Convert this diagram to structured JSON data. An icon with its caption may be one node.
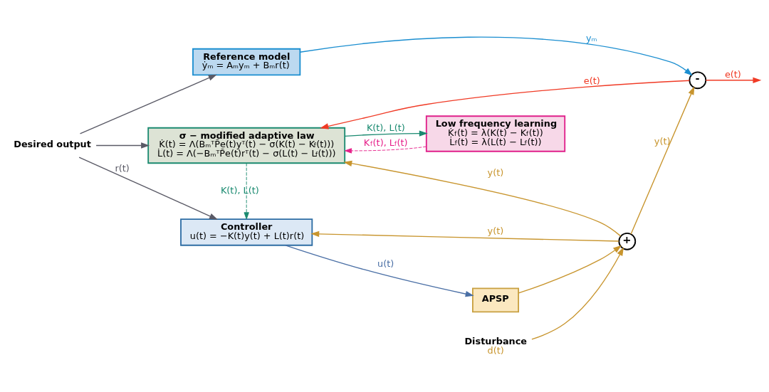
{
  "diagram": {
    "nodes": [
      {
        "text": [
          "Desired output"
        ]
      },
      {
        "text": [
          "Reference model",
          "ẏₘ = Aₘyₘ + Bₘr(t)"
        ]
      },
      {
        "text": [
          "Controller",
          "u(t) = −K(t)y(t) + L(t)r(t)"
        ]
      },
      {
        "text": [
          "APSP"
        ]
      },
      {
        "text": [
          "+"
        ]
      },
      {
        "text": [
          "Disturbance",
          "d(t)"
        ]
      },
      {
        "text": [
          "-"
        ]
      },
      {
        "text": [
          "σ − modified adaptive law",
          "K̇(t) = Λ(BₘᵀP̃e(t)yᵀ(t) − σ(K(t) − K$_{f}$(t)))",
          "L̇(t) = Λ(−BₘᵀP̃e(t)rᵀ(t) − σ(L(t) − L$_{f}$(t)))"
        ]
      },
      {
        "text": [
          "Low frequency learning",
          "K̇$_{f}$(t) = λ(K(t) − K$_{f}$(t))",
          "L̇$_{f}$(t) = λ(L(t) − L$_{f}$(t))"
        ]
      }
    ],
    "edges": [
      {
        "from": 0,
        "to": 2,
        "arrow": "to",
        "label": "r(t)",
        "color": "#5a5a66"
      },
      {
        "from": 0,
        "to": 1,
        "arrow": "to",
        "color": "#5a5a66"
      },
      {
        "from": 0,
        "to": 7,
        "arrow": "to",
        "color": "#5a5a66"
      },
      {
        "from": 1,
        "to": 6,
        "arrow": "to",
        "label": "yₘ",
        "color": "#1b8ed0"
      },
      {
        "from": 2,
        "to": 3,
        "arrow": "to",
        "label": "u(t)",
        "color": "#4a6fa5"
      },
      {
        "from": 3,
        "to": 4,
        "arrow": "to",
        "color": "#c8952e"
      },
      {
        "from": 5,
        "to": 4,
        "arrow": "to",
        "color": "#c8952e"
      },
      {
        "from": 4,
        "to": 6,
        "arrow": "to",
        "label": "y(t)",
        "color": "#c8952e"
      },
      {
        "from": 4,
        "to": 2,
        "arrow": "to",
        "label": "y(t)",
        "color": "#c8952e"
      },
      {
        "from": 4,
        "to": 7,
        "arrow": "to",
        "label": "y(t)",
        "color": "#c8952e"
      },
      {
        "from": 6,
        "to": null,
        "arrow": "to",
        "label": "e(t)",
        "color": "#f03a25"
      },
      {
        "from": 6,
        "to": 7,
        "arrow": "to",
        "label": "e(t)",
        "color": "#f03a25"
      },
      {
        "from": 7,
        "to": 8,
        "arrow": "to",
        "label": "K(t), L(t)",
        "color": "#1a8a70"
      },
      {
        "from": 7,
        "to": 2,
        "arrow": "to",
        "label": "K(t), L(t)",
        "color": "#1a8a70",
        "style": "dashed"
      },
      {
        "from": 8,
        "to": 7,
        "arrow": "to",
        "label": "K$_{f}$(t), L$_{f}$(t)",
        "color": "#e6208a",
        "style": "dashed"
      }
    ]
  }
}
